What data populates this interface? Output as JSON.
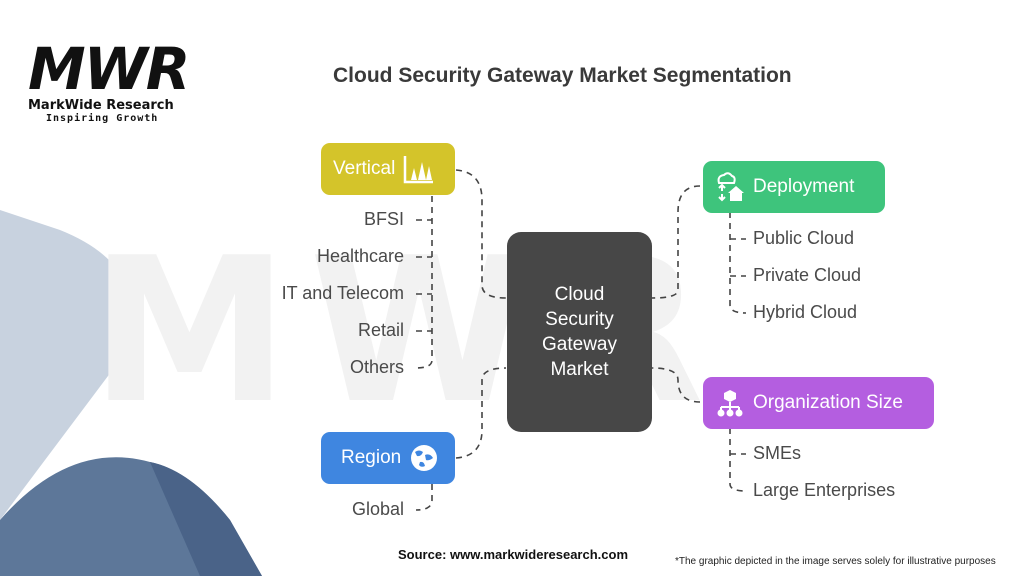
{
  "brand": {
    "logo_mark": "MWR",
    "name": "MarkWide Research",
    "tagline": "Inspiring Growth"
  },
  "title": "Cloud Security Gateway Market Segmentation",
  "center": {
    "label": "Cloud Security Gateway Market"
  },
  "segments": {
    "vertical": {
      "label": "Vertical",
      "icon": "bar-chart-icon",
      "color": "#d4c42a",
      "items": [
        "BFSI",
        "Healthcare",
        "IT and Telecom",
        "Retail",
        "Others"
      ]
    },
    "region": {
      "label": "Region",
      "icon": "globe-icon",
      "color": "#3f86e0",
      "items": [
        "Global"
      ]
    },
    "deployment": {
      "label": "Deployment",
      "icon": "cloud-home-icon",
      "color": "#3ec47c",
      "items": [
        "Public Cloud",
        "Private Cloud",
        "Hybrid Cloud"
      ]
    },
    "organization_size": {
      "label": "Organization Size",
      "icon": "hierarchy-icon",
      "color": "#b45ee0",
      "items": [
        "SMEs",
        "Large Enterprises"
      ]
    }
  },
  "footer": {
    "source": "Source: www.markwideresearch.com",
    "note": "*The graphic depicted in the image serves solely for illustrative purposes"
  }
}
